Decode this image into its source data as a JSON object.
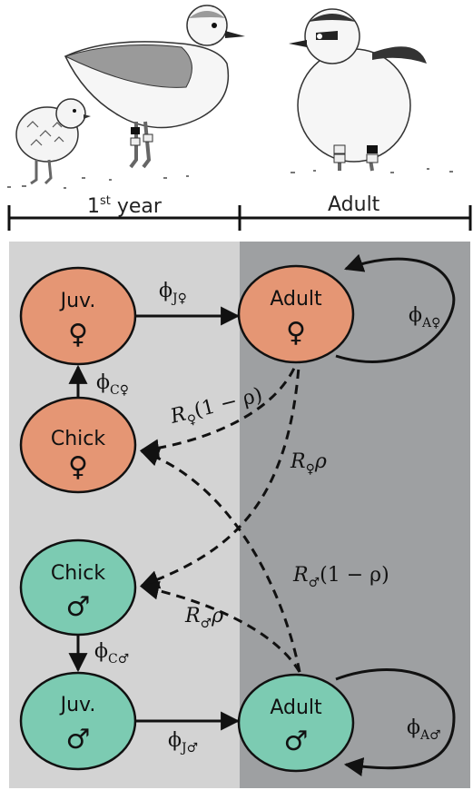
{
  "timeline": {
    "first_year": "1",
    "first_year_sup": "st",
    "first_year_suffix": " year",
    "adult": "Adult"
  },
  "colors": {
    "female": "#E59674",
    "male": "#7CCBB2",
    "bg_first_year": "#D3D3D3",
    "bg_adult": "#9EA0A2"
  },
  "nodes": {
    "juv_female": {
      "label": "Juv.",
      "symbol": "♀"
    },
    "adult_female": {
      "label": "Adult",
      "symbol": "♀"
    },
    "chick_female": {
      "label": "Chick",
      "symbol": "♀"
    },
    "chick_male": {
      "label": "Chick",
      "symbol": "♂"
    },
    "juv_male": {
      "label": "Juv.",
      "symbol": "♂"
    },
    "adult_male": {
      "label": "Adult",
      "symbol": "♂"
    }
  },
  "params": {
    "phi_j_female": {
      "main": "ϕ",
      "sub": "J♀"
    },
    "phi_a_female": {
      "main": "ϕ",
      "sub": "A♀"
    },
    "phi_c_female": {
      "main": "ϕ",
      "sub": "C♀"
    },
    "phi_c_male": {
      "main": "ϕ",
      "sub": "C♂"
    },
    "phi_j_male": {
      "main": "ϕ",
      "sub": "J♂"
    },
    "phi_a_male": {
      "main": "ϕ",
      "sub": "A♂"
    },
    "r_female_1mrho": {
      "main": "R",
      "sub": "♀",
      "tail": "(1 − ρ)"
    },
    "r_female_rho": {
      "main": "R",
      "sub": "♀",
      "tail": "ρ"
    },
    "r_male_1mrho": {
      "main": "R",
      "sub": "♂",
      "tail": "(1 − ρ)"
    },
    "r_male_rho": {
      "main": "R",
      "sub": "♂",
      "tail": "ρ"
    }
  }
}
